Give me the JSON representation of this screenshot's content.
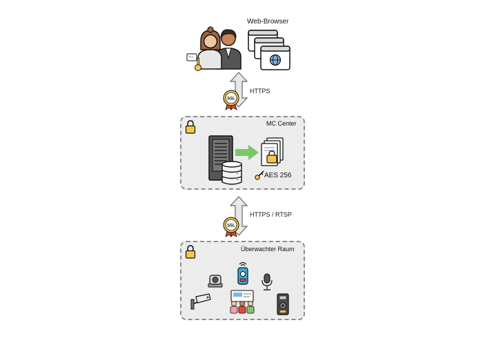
{
  "top": {
    "title": "Web-Browser"
  },
  "link_top": {
    "label": "HTTPS",
    "badge": "SSL"
  },
  "center": {
    "title": "MC Center",
    "encryption": "AES 256"
  },
  "link_bottom": {
    "label": "HTTPS / RTSP",
    "badge": "SSL"
  },
  "room": {
    "title": "Überwachter Raum"
  },
  "colors": {
    "box_fill": "#ececec",
    "box_border": "#8c8c8c",
    "accent_green": "#7cc66a",
    "lock_yellow": "#f6c744",
    "badge_red": "#e3472f"
  },
  "icons": [
    "users-icon",
    "key-icon",
    "browser-windows-icon",
    "globe-icon",
    "double-arrow-icon",
    "ssl-badge-icon",
    "lock-icon",
    "server-rack-icon",
    "database-icon",
    "green-arrow-icon",
    "encrypted-document-icon",
    "camera-icon",
    "webcam-icon",
    "intercom-icon",
    "microphone-icon",
    "meeting-icon",
    "door-station-icon"
  ]
}
